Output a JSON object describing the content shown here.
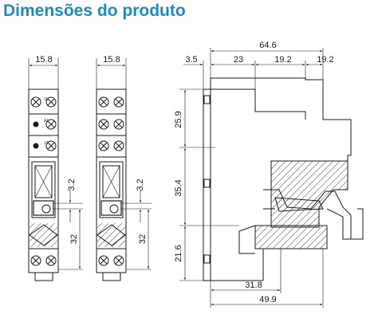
{
  "title": "Dimensões do produto",
  "dimensions": {
    "left_width": "15.8",
    "left_dim_small": "3.2",
    "left_dim_tall": "32",
    "mid_width": "15.8",
    "mid_dim_small": "3.2",
    "mid_dim_tall": "32",
    "overall_width": "64.6",
    "seg_a": "3.5",
    "seg_b": "23",
    "seg_c": "19.2",
    "seg_d": "19.2",
    "vert_top": "25.9",
    "vert_mid": "35.4",
    "vert_bot": "21.6",
    "bottom_short": "31.8",
    "bottom_long": "49.9"
  },
  "terminal_markings": {
    "row1": [
      "11",
      "14"
    ],
    "row2": [
      "A1",
      "A2"
    ],
    "row3": [
      "12",
      "11"
    ]
  },
  "colors": {
    "title": "#1b8bc8",
    "line": "#1a1a1a",
    "hatch": "#555555"
  }
}
